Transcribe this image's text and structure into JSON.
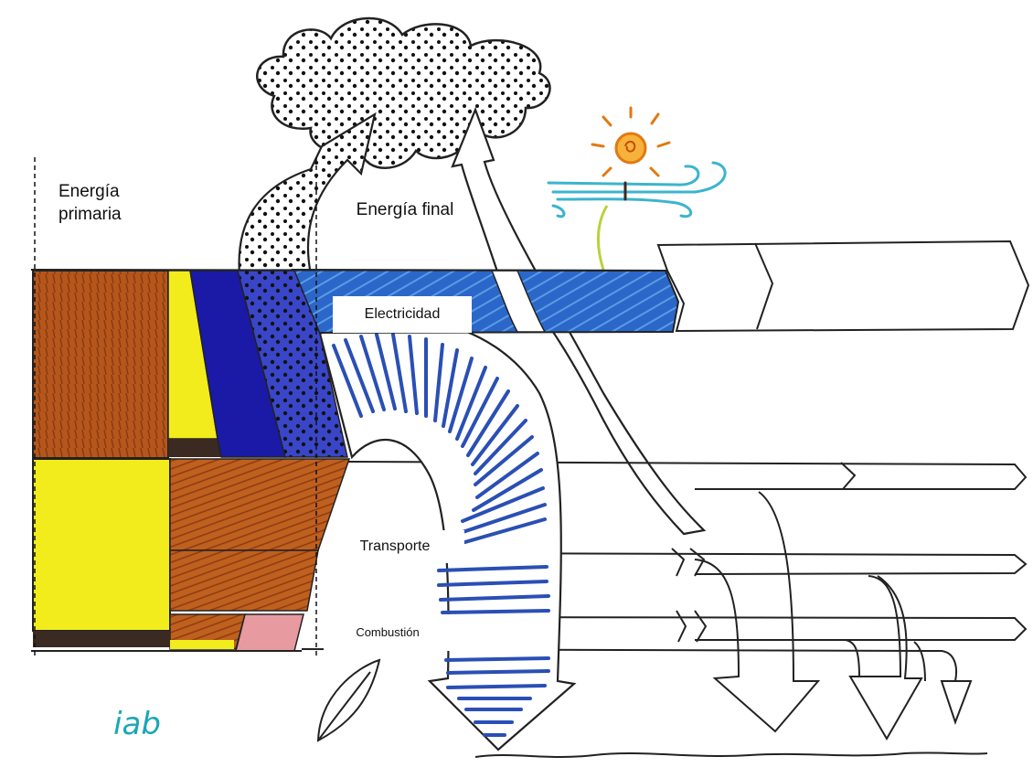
{
  "labels": {
    "primary_energy": "Energía primaria",
    "final_energy": "Energía final",
    "electricity": "Electricidad",
    "transport": "Transporte",
    "combustion": "Combustión",
    "signature": "iab"
  },
  "colors": {
    "brown": "#b5561c",
    "yellow": "#f2ec1c",
    "dark_blue": "#1a1aa6",
    "mid_blue": "#2a67c9",
    "pink": "#e79aa0",
    "dark": "#3a2a22",
    "ink": "#222222",
    "sun_orange": "#f29a2e",
    "wind_cyan": "#3bb4cf",
    "stem_green": "#b9d23a",
    "signature_teal": "#1aa7b5"
  },
  "icons": [
    "cloud-icon",
    "sun-icon",
    "wind-icon",
    "leaf-icon"
  ]
}
